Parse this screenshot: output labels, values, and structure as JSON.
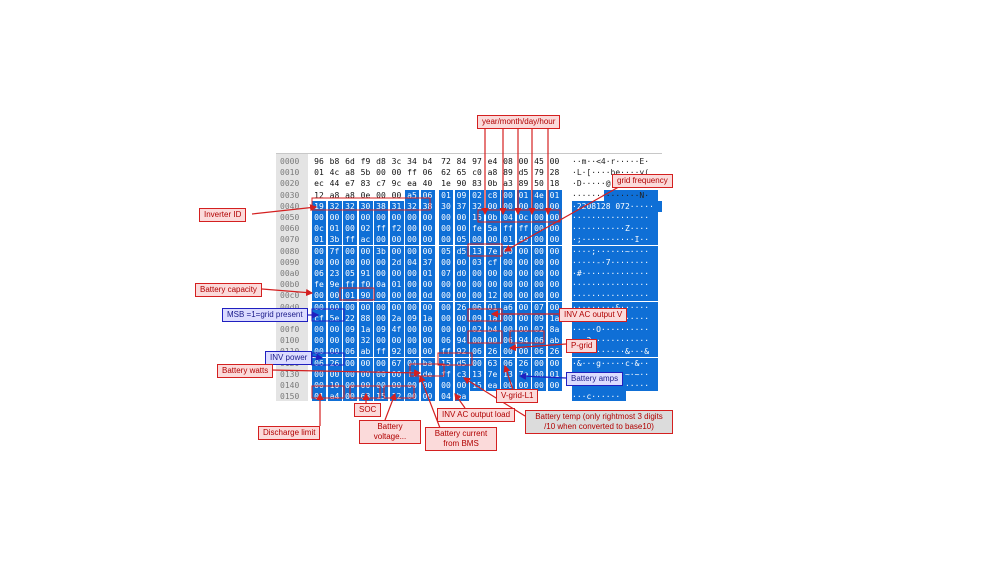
{
  "hex_rows": [
    {
      "offset": "0000",
      "bytes": [
        "96",
        "b8",
        "6d",
        "f9",
        "d8",
        "3c",
        "34",
        "b4",
        "72",
        "84",
        "97",
        "e4",
        "08",
        "00",
        "45",
        "00"
      ],
      "ascii": "··m··<4·r·····E·"
    },
    {
      "offset": "0010",
      "bytes": [
        "01",
        "4c",
        "a8",
        "5b",
        "00",
        "00",
        "ff",
        "06",
        "62",
        "65",
        "c0",
        "a8",
        "89",
        "d5",
        "79",
        "28"
      ],
      "ascii": "·L·[····be····y("
    },
    {
      "offset": "0020",
      "bytes": [
        "ec",
        "44",
        "e7",
        "83",
        "c7",
        "9c",
        "ea",
        "40",
        "1e",
        "90",
        "83",
        "0b",
        "a3",
        "89",
        "50",
        "18"
      ],
      "ascii": "·D·····@······P·"
    },
    {
      "offset": "0030",
      "bytes": [
        "12",
        "a8",
        "a8",
        "0e",
        "00",
        "00",
        "a5",
        "06",
        "01",
        "09",
        "02",
        "c8",
        "00",
        "01",
        "4e",
        "01"
      ],
      "ascii": "··············N·"
    },
    {
      "offset": "0040",
      "bytes": [
        "19",
        "32",
        "32",
        "30",
        "38",
        "31",
        "32",
        "38",
        "30",
        "37",
        "32",
        "00",
        "00",
        "00",
        "00",
        "00"
      ],
      "ascii": "·2208128 072·····"
    },
    {
      "offset": "0050",
      "bytes": [
        "00",
        "00",
        "00",
        "00",
        "00",
        "00",
        "00",
        "00",
        "00",
        "00",
        "16",
        "0b",
        "04",
        "0c",
        "00",
        "00"
      ],
      "ascii": "················"
    },
    {
      "offset": "0060",
      "bytes": [
        "0c",
        "01",
        "00",
        "02",
        "ff",
        "f2",
        "00",
        "00",
        "00",
        "00",
        "fe",
        "5a",
        "ff",
        "ff",
        "00",
        "00"
      ],
      "ascii": "···········Z····"
    },
    {
      "offset": "0070",
      "bytes": [
        "01",
        "3b",
        "ff",
        "ac",
        "00",
        "00",
        "00",
        "00",
        "00",
        "05",
        "00",
        "00",
        "01",
        "49",
        "00",
        "00"
      ],
      "ascii": "·;···········I··"
    },
    {
      "offset": "0080",
      "bytes": [
        "00",
        "7f",
        "00",
        "00",
        "3b",
        "00",
        "00",
        "00",
        "05",
        "d5",
        "13",
        "7e",
        "00",
        "00",
        "00",
        "00"
      ],
      "ascii": "····;······~····"
    },
    {
      "offset": "0090",
      "bytes": [
        "00",
        "00",
        "00",
        "00",
        "00",
        "2d",
        "04",
        "37",
        "00",
        "00",
        "03",
        "cf",
        "00",
        "00",
        "00",
        "00"
      ],
      "ascii": "·····-·7········"
    },
    {
      "offset": "00a0",
      "bytes": [
        "06",
        "23",
        "05",
        "91",
        "00",
        "00",
        "00",
        "01",
        "07",
        "d0",
        "00",
        "00",
        "00",
        "00",
        "00",
        "00"
      ],
      "ascii": "·#··············"
    },
    {
      "offset": "00b0",
      "bytes": [
        "fe",
        "9e",
        "ff",
        "f0",
        "0a",
        "01",
        "00",
        "00",
        "00",
        "00",
        "00",
        "00",
        "00",
        "00",
        "00",
        "00"
      ],
      "ascii": "················"
    },
    {
      "offset": "00c0",
      "bytes": [
        "00",
        "00",
        "01",
        "90",
        "00",
        "00",
        "00",
        "0d",
        "00",
        "00",
        "00",
        "12",
        "00",
        "00",
        "00",
        "00"
      ],
      "ascii": "················"
    },
    {
      "offset": "00d0",
      "bytes": [
        "00",
        "00",
        "00",
        "00",
        "00",
        "00",
        "00",
        "00",
        "00",
        "26",
        "06",
        "01",
        "a6",
        "00",
        "07",
        "00"
      ],
      "ascii": "·········&······"
    },
    {
      "offset": "00e0",
      "bytes": [
        "cf",
        "5e",
        "22",
        "88",
        "00",
        "2a",
        "09",
        "1a",
        "00",
        "00",
        "09",
        "1a",
        "00",
        "00",
        "09",
        "1a"
      ],
      "ascii": "·^\"··*··········"
    },
    {
      "offset": "00f0",
      "bytes": [
        "00",
        "00",
        "09",
        "1a",
        "09",
        "4f",
        "00",
        "00",
        "00",
        "00",
        "02",
        "b4",
        "00",
        "00",
        "02",
        "8a"
      ],
      "ascii": "·····O··········"
    },
    {
      "offset": "0100",
      "bytes": [
        "00",
        "00",
        "00",
        "32",
        "00",
        "00",
        "00",
        "00",
        "06",
        "94",
        "00",
        "00",
        "06",
        "94",
        "06",
        "ab"
      ],
      "ascii": "···2············"
    },
    {
      "offset": "0110",
      "bytes": [
        "00",
        "00",
        "06",
        "ab",
        "ff",
        "92",
        "00",
        "00",
        "ff",
        "92",
        "06",
        "26",
        "00",
        "00",
        "06",
        "26"
      ],
      "ascii": "···········&···&"
    },
    {
      "offset": "0120",
      "bytes": [
        "06",
        "26",
        "00",
        "00",
        "00",
        "67",
        "04",
        "ba",
        "15",
        "d5",
        "00",
        "63",
        "06",
        "26",
        "00",
        "00"
      ],
      "ascii": "·&···g·····c·&··"
    },
    {
      "offset": "0130",
      "bytes": [
        "00",
        "00",
        "00",
        "00",
        "00",
        "00",
        "ff",
        "de",
        "ff",
        "c3",
        "13",
        "7e",
        "13",
        "7e",
        "00",
        "01"
      ],
      "ascii": "···········~·~··"
    },
    {
      "offset": "0140",
      "bytes": [
        "00",
        "10",
        "00",
        "00",
        "00",
        "00",
        "00",
        "00",
        "00",
        "00",
        "15",
        "ea",
        "00",
        "00",
        "00",
        "00"
      ],
      "ascii": "················"
    },
    {
      "offset": "0150",
      "bytes": [
        "01",
        "a4",
        "00",
        "63",
        "15",
        "12",
        "00",
        "00",
        "04",
        "ba",
        "",
        "",
        "",
        "",
        "",
        ""
      ],
      "ascii": "···c······"
    }
  ],
  "annotations": {
    "year_month_day_hour": "year/month/day/hour",
    "grid_frequency": "grid frequency",
    "inverter_id": "Inverter ID",
    "battery_capacity": "Battery capacity",
    "msb_grid_present": "MSB =1=grid present",
    "inv_ac_output_v": "INV AC output V",
    "p_grid": "P-grid",
    "inv_power": "INV power",
    "battery_watts": "Battery watts",
    "battery_amps": "Battery amps",
    "v_grid_l1": "V-grid-L1",
    "discharge_limit": "Discharge limit",
    "soc": "SOC",
    "battery_voltage": "Battery voltage...",
    "battery_current_bms": "Battery current from BMS",
    "inv_ac_output_load": "INV AC output load",
    "battery_temp": "Battery temp (only rightmost 3 digits /10 when converted to base10)"
  },
  "colors": {
    "selection": "#0f6fd6",
    "annotation_red": "#d42020",
    "annotation_blue": "#2020c0"
  }
}
